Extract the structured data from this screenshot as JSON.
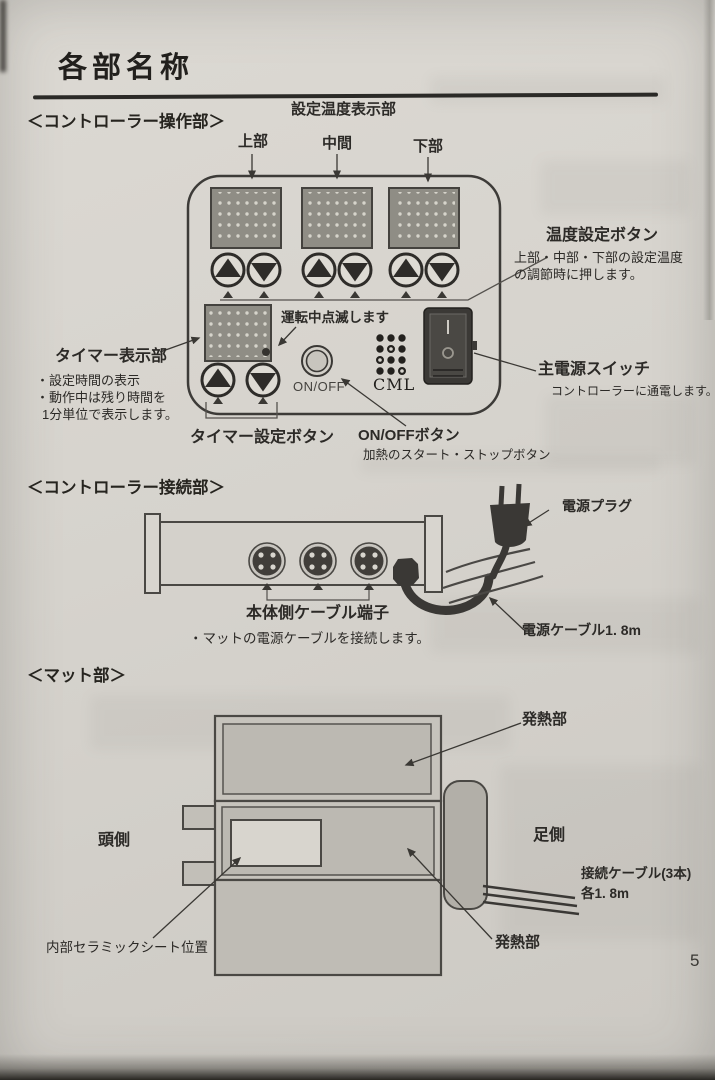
{
  "page_number": "5",
  "title": "各部名称",
  "controller": {
    "heading": "＜コントローラー操作部＞",
    "display_title": "設定温度表示部",
    "zone_upper": "上部",
    "zone_middle": "中間",
    "zone_lower": "下部",
    "temp_button_title": "温度設定ボタン",
    "temp_button_desc1": "上部・中部・下部の設定温度",
    "temp_button_desc2": "の調節時に押します。",
    "blink_note": "運転中点滅します",
    "timer_display_title": "タイマー表示部",
    "timer_display_desc1": "・設定時間の表示",
    "timer_display_desc2": "・動作中は残り時間を",
    "timer_display_desc3": "1分単位で表示します。",
    "main_switch_title": "主電源スイッチ",
    "main_switch_desc": "コントローラーに通電します。",
    "timer_button_title": "タイマー設定ボタン",
    "onoff_button_title": "ON/OFFボタン",
    "onoff_button_desc": "加熱のスタート・ストップボタン",
    "onoff_label": "ON/OFF",
    "brand": "CML"
  },
  "connection": {
    "heading": "＜コントローラー接続部＞",
    "plug_label": "電源プラグ",
    "terminal_title": "本体側ケーブル端子",
    "terminal_desc": "・マットの電源ケーブルを接続します。",
    "cable_label": "電源ケーブル1. 8m"
  },
  "mat": {
    "heading": "＜マット部＞",
    "heat_top": "発熱部",
    "heat_bottom": "発熱部",
    "head_side": "頭側",
    "foot_side": "足側",
    "cable_label1": "接続ケーブル(3本)",
    "cable_label2": "各1. 8m",
    "ceramic_label": "内部セラミックシート位置"
  }
}
